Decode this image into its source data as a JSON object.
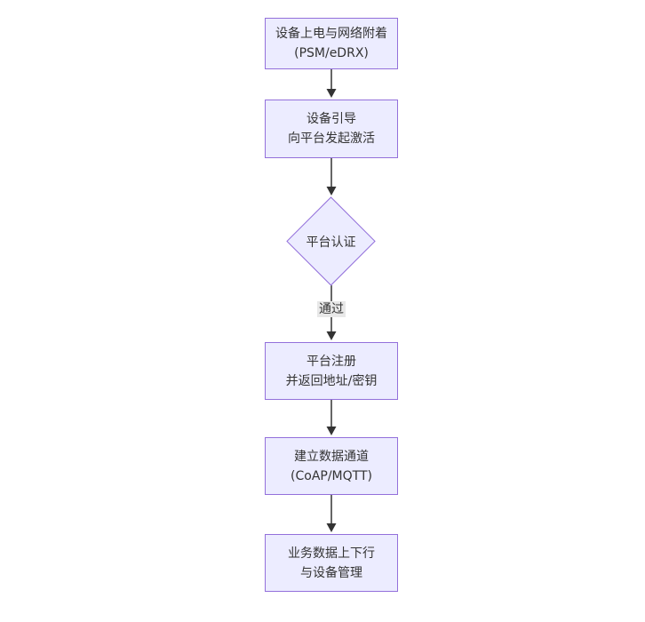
{
  "diagram": {
    "type": "flowchart",
    "direction": "top-down",
    "colors": {
      "canvas_bg": "#ffffff",
      "node_fill": "#ECECFF",
      "node_border": "#9370DB",
      "text": "#333333",
      "arrow": "#333333",
      "edge_label_bg": "#e8e8e8"
    },
    "nodes": [
      {
        "id": "start",
        "shape": "rect",
        "lines": [
          "设备上电与网络附着",
          "(PSM/eDRX)"
        ]
      },
      {
        "id": "boot",
        "shape": "rect",
        "lines": [
          "设备引导",
          "向平台发起激活"
        ]
      },
      {
        "id": "auth",
        "shape": "diamond",
        "lines": [
          "平台认证"
        ]
      },
      {
        "id": "register",
        "shape": "rect",
        "lines": [
          "平台注册",
          "并返回地址/密钥"
        ]
      },
      {
        "id": "channel",
        "shape": "rect",
        "lines": [
          "建立数据通道",
          "(CoAP/MQTT)"
        ]
      },
      {
        "id": "business",
        "shape": "rect",
        "lines": [
          "业务数据上下行",
          "与设备管理"
        ]
      }
    ],
    "edges": [
      {
        "from": "start",
        "to": "boot"
      },
      {
        "from": "boot",
        "to": "auth"
      },
      {
        "from": "auth",
        "to": "register",
        "label": "通过"
      },
      {
        "from": "register",
        "to": "channel"
      },
      {
        "from": "channel",
        "to": "business"
      }
    ]
  }
}
